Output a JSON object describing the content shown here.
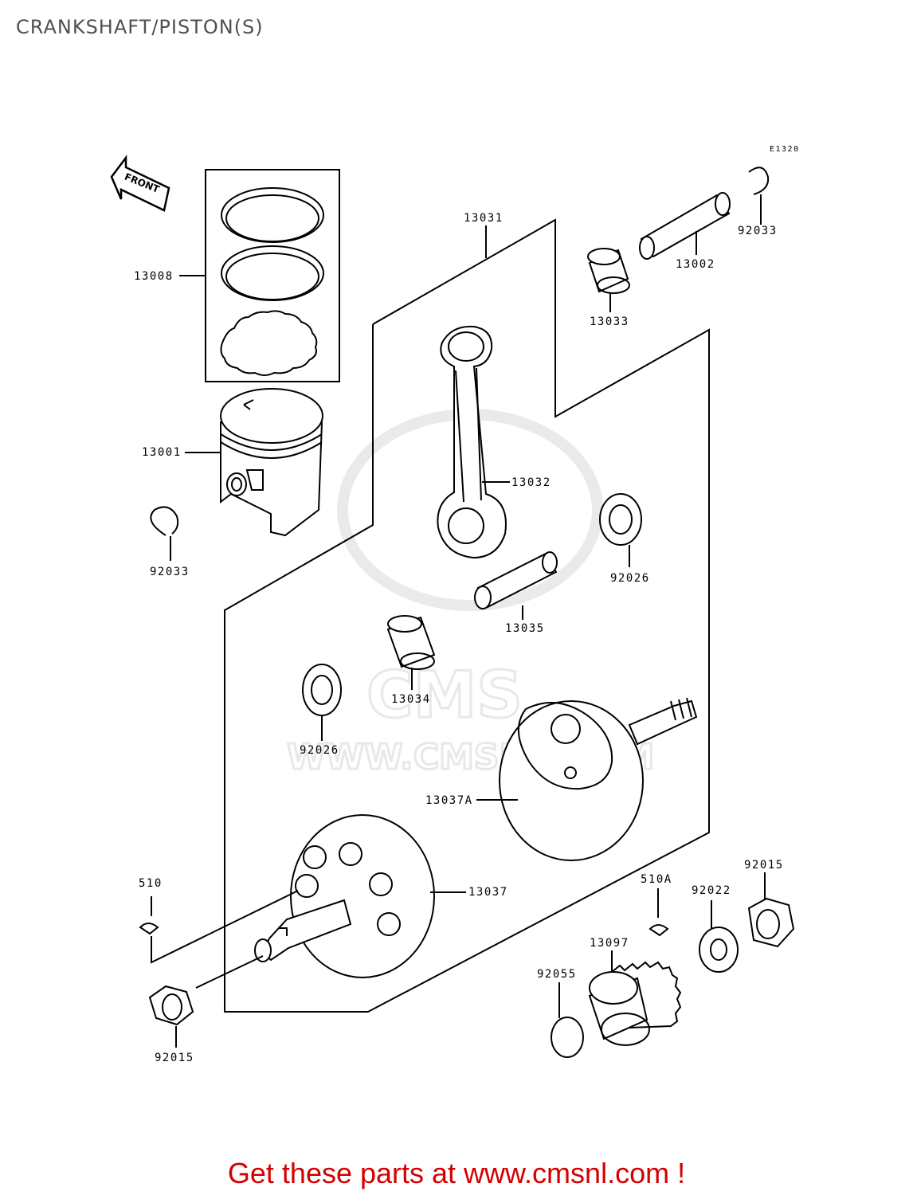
{
  "title": "CRANKSHAFT/PISTON(S)",
  "diagram_code": "E1320",
  "front_label": "FRONT",
  "watermark": {
    "brand": "CMS",
    "url": "WWW.CMSNL.COM"
  },
  "parts": {
    "p13031": "13031",
    "p13008": "13008",
    "p13001": "13001",
    "p92033_left": "92033",
    "p92033_right": "92033",
    "p13002": "13002",
    "p13033": "13033",
    "p13032": "13032",
    "p92026_right": "92026",
    "p13035": "13035",
    "p13034": "13034",
    "p92026_left": "92026",
    "p13037A": "13037A",
    "p13037": "13037",
    "p510": "510",
    "p510A": "510A",
    "p92022": "92022",
    "p92015_right": "92015",
    "p13097": "13097",
    "p92055": "92055",
    "p92015_left": "92015"
  },
  "footer": "Get these parts at www.cmsnl.com !"
}
